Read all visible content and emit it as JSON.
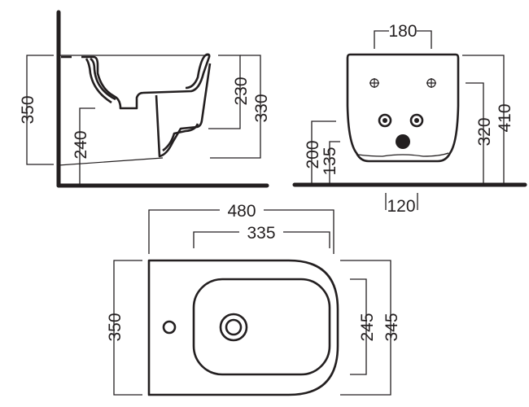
{
  "side_view": {
    "dimensions": {
      "total_height": "350",
      "floor_to_bottom": "240",
      "bowl_depth": "230",
      "overall_depth": "330"
    }
  },
  "front_view": {
    "dimensions": {
      "fixing_spacing": "180",
      "top_height": "410",
      "fixing_height": "320",
      "supply_height": "200",
      "waste_height": "135",
      "waste_offset": "120"
    }
  },
  "top_view": {
    "dimensions": {
      "length": "480",
      "bowl_length": "335",
      "width": "350",
      "bowl_width": "245",
      "inner_width": "345"
    }
  },
  "colors": {
    "ink": "#231f20",
    "background": "#ffffff"
  }
}
